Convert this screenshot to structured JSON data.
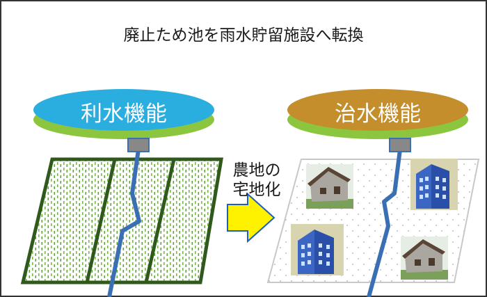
{
  "title": "廃止ため池を雨水貯留施設へ転換",
  "left_pond": {
    "label": "利水機能",
    "top_color": "#2aaee0",
    "rim_color": "#8cc63f"
  },
  "right_pond": {
    "label": "治水機能",
    "top_color": "#c38e2b",
    "rim_color": "#8cc63f"
  },
  "transition": {
    "line1": "農地の",
    "line2": "宅地化",
    "arrow_color": "#fff200"
  },
  "stream_color": "#3b6fb3",
  "field_color": "#2f5a1c",
  "icons": [
    "house-icon",
    "building-icon",
    "building-icon",
    "house-icon"
  ]
}
